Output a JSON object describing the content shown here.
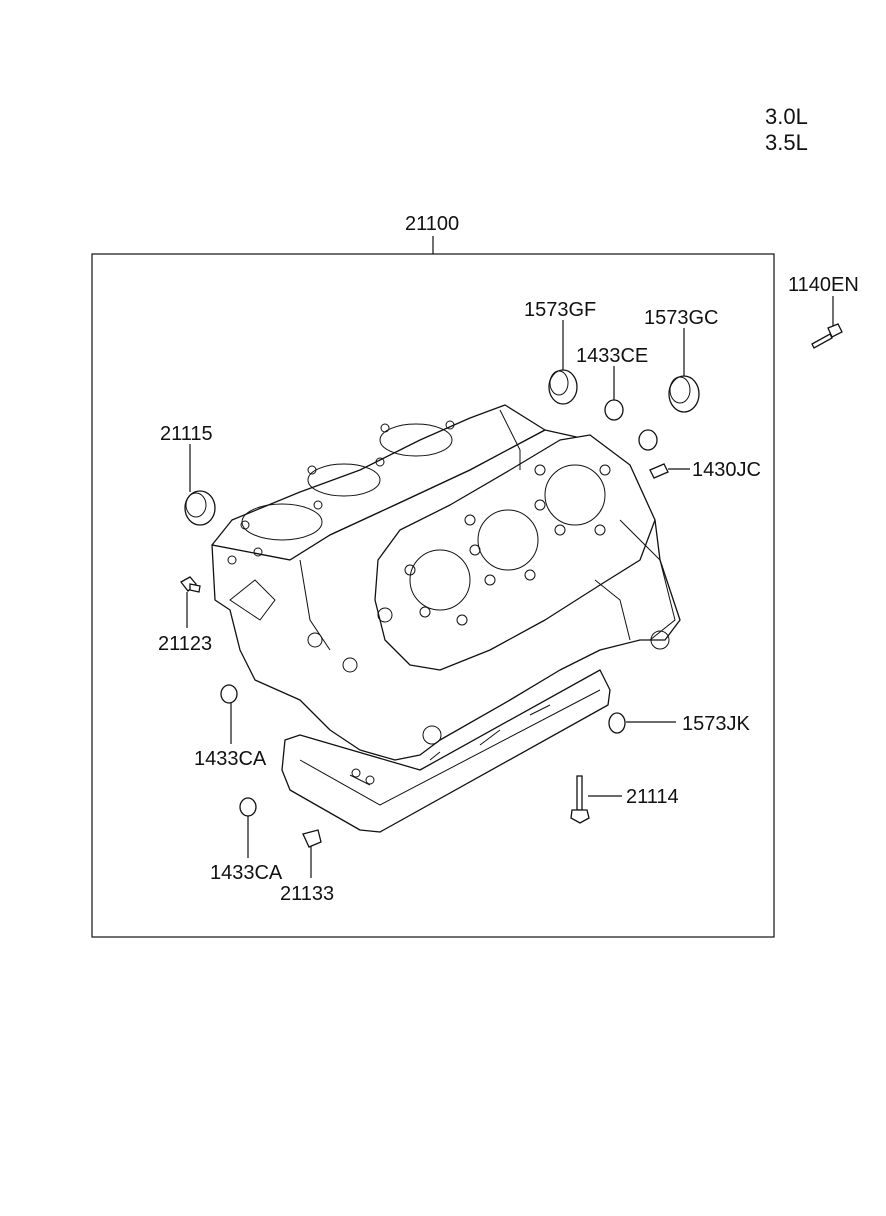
{
  "versions": [
    "3.0L",
    "3.5L"
  ],
  "assembly": {
    "part_no": "21100"
  },
  "callouts": [
    {
      "id": "1140en",
      "label": "1140EN"
    },
    {
      "id": "1573gf",
      "label": "1573GF"
    },
    {
      "id": "1573gc",
      "label": "1573GC"
    },
    {
      "id": "1433ce",
      "label": "1433CE"
    },
    {
      "id": "21115",
      "label": "21115"
    },
    {
      "id": "1430jc",
      "label": "1430JC"
    },
    {
      "id": "21123",
      "label": "21123"
    },
    {
      "id": "1433ca-upper",
      "label": "1433CA"
    },
    {
      "id": "1573jk",
      "label": "1573JK"
    },
    {
      "id": "21114",
      "label": "21114"
    },
    {
      "id": "1433ca-lower",
      "label": "1433CA"
    },
    {
      "id": "21133",
      "label": "21133"
    }
  ]
}
